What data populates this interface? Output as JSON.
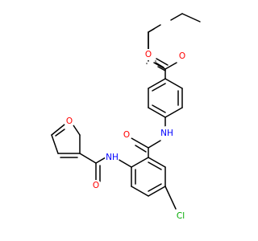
{
  "molecule": {
    "atoms": [
      {
        "id": "O_ester_carbonyl",
        "symbol": "O",
        "color": "#ff0000"
      },
      {
        "id": "O_ester_ether",
        "symbol": "O",
        "color": "#ff0000"
      },
      {
        "id": "O_amide_upper",
        "symbol": "O",
        "color": "#ff0000"
      },
      {
        "id": "N_amide_upper",
        "symbol": "NH",
        "color": "#0000ff"
      },
      {
        "id": "O_furan",
        "symbol": "O",
        "color": "#ff0000"
      },
      {
        "id": "N_amide_lower",
        "symbol": "NH",
        "color": "#0000ff"
      },
      {
        "id": "O_amide_lower",
        "symbol": "O",
        "color": "#ff0000"
      },
      {
        "id": "Cl",
        "symbol": "Cl",
        "color": "#00aa00"
      }
    ],
    "colors": {
      "bond": "#000000",
      "oxygen": "#ff0000",
      "nitrogen": "#0000ff",
      "chlorine": "#00aa00"
    }
  }
}
